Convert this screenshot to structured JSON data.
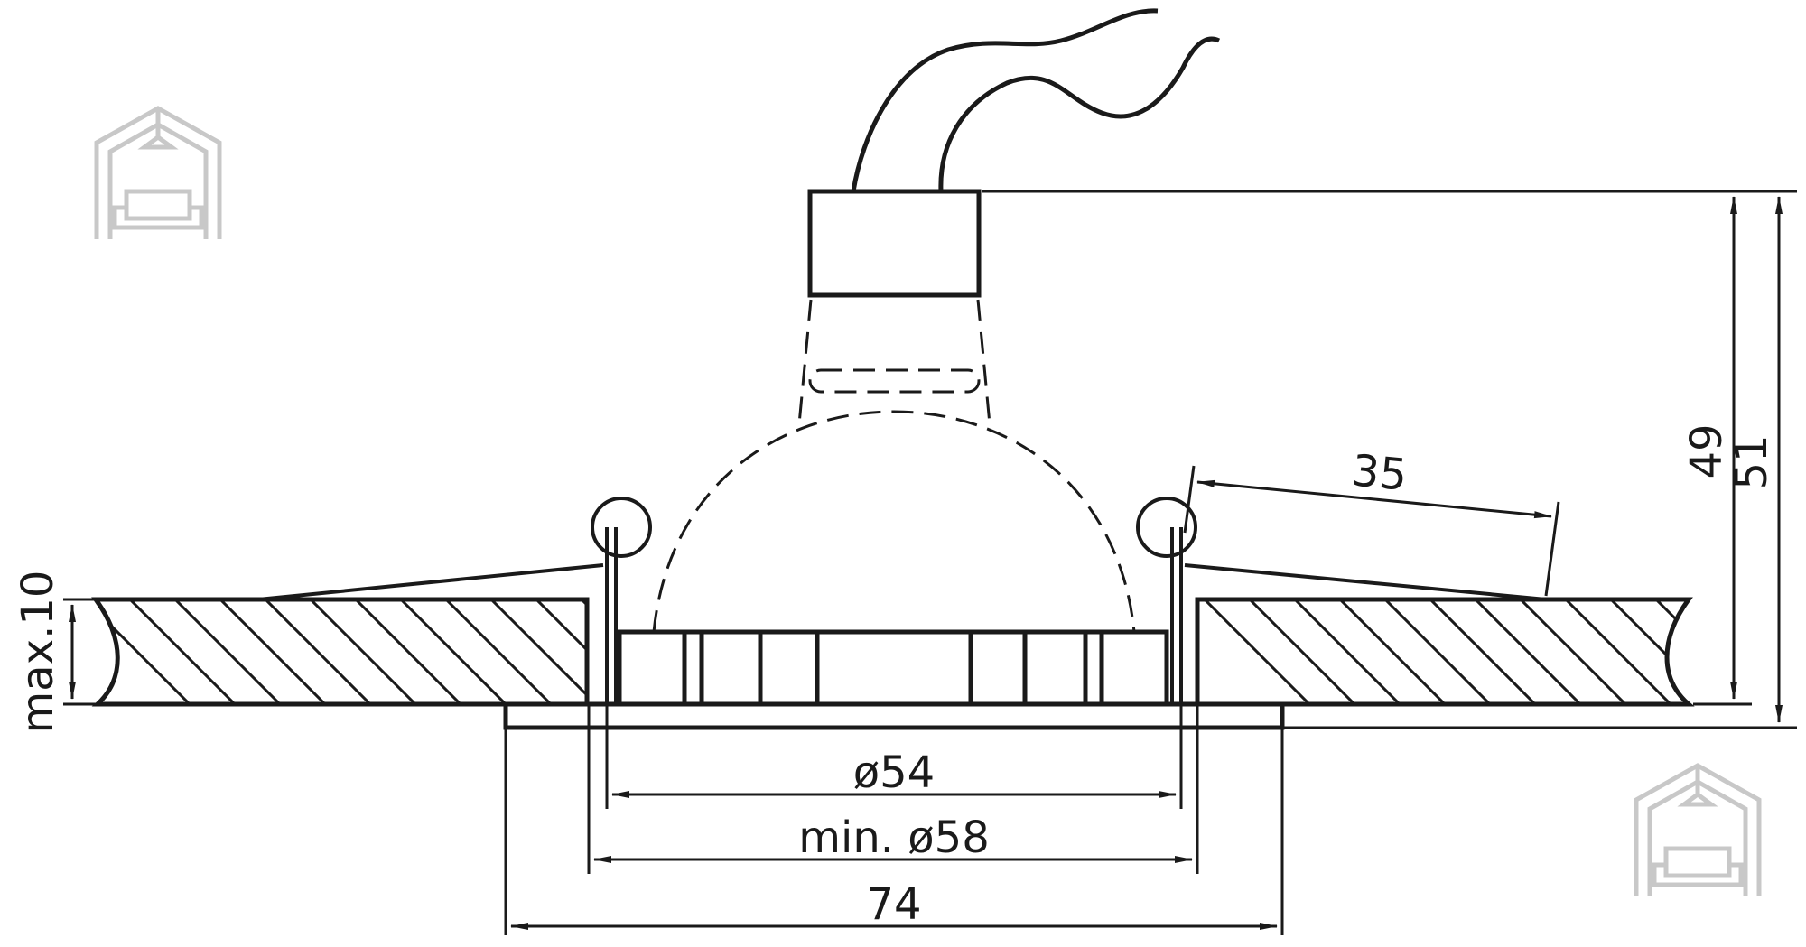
{
  "dimensions": {
    "total_height": "51",
    "housing_height": "49",
    "spring_length": "35",
    "max_ceiling": "max.10",
    "inner_diameter": "ø54",
    "cutout_diameter": "min. ø58",
    "outer_diameter": "74"
  },
  "colors": {
    "line": "#1a1a1a",
    "watermark": "#c8c8c8",
    "background": "#ffffff"
  },
  "icons": {
    "watermark": "house-sofa-icon"
  }
}
